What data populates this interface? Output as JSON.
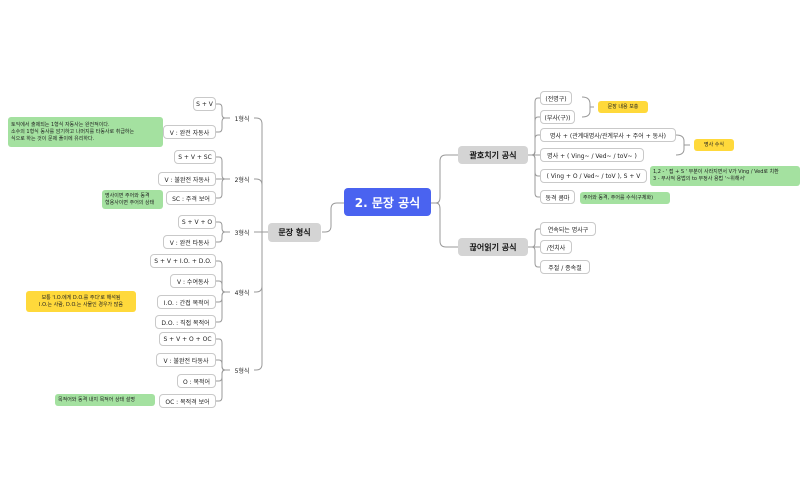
{
  "root": "2. 문장 공식",
  "left": {
    "main": "문장 형식",
    "forms": [
      {
        "label": "1형식",
        "leaves": [
          "S + V",
          "V : 완전 자동사"
        ]
      },
      {
        "label": "2형식",
        "leaves": [
          "S + V + SC",
          "V : 불완전 자동사",
          "SC : 주격 보어"
        ]
      },
      {
        "label": "3형식",
        "leaves": [
          "S + V + O",
          "V : 완전 타동사"
        ]
      },
      {
        "label": "4형식",
        "leaves": [
          "S + V + I.O. + D.O.",
          "V : 수여동사",
          "I.O. : 간접 목적어",
          "D.O. : 직접 목적어"
        ]
      },
      {
        "label": "5형식",
        "leaves": [
          "S + V + O + OC",
          "V : 불완전 타동사",
          "O : 목적어",
          "OC : 목적격 보어"
        ]
      }
    ],
    "notes": {
      "form1": [
        "토익에서 출제되는 1형식 자동사는 완전적이다.",
        "소수의 1형식 동사를 암기하고 나머지를 타동사로 취급하는",
        "식으로 하는 것이 문제 풀이에 유리하다."
      ],
      "form2": [
        "명사이면 주어와 동격",
        "형용사이면 주어의 상태"
      ],
      "form4": [
        "보통 'I.O.에게 D.O.를 주다'로 해석됨",
        "I.O.는 사람, D.O.는 사물인 경우가 많음"
      ],
      "form5": [
        "목적어와 동격 내지 목적어 상태 설명"
      ]
    }
  },
  "right": {
    "main1": "괄호치기 공식",
    "leaves1": [
      "(전명구)",
      "(부사(구))",
      "명사 + (관계대명사/관계부사 + 주어 + 동사)",
      "명사 + ( Ving~ / Ved~ / toV~ )",
      "( Ving + O / Ved~ / toV ), S + V",
      "동격 콤마"
    ],
    "notes1": {
      "extra": [
        "문장 내용 보충"
      ],
      "modifier": [
        "명사 수식"
      ],
      "clause": [
        "1,2 - ' 접 + S ' 부분이 사라지면서 V가 Ving / Ved로 치환",
        "3 - 부사적 용법의 to 부정사 용법 '~위해서'"
      ],
      "appositive": [
        "주어와 동격, 주어를 수식(구체화)"
      ]
    },
    "main2": "끊어읽기 공식",
    "leaves2": [
      "연속되는 명사구",
      "/전치사",
      "주절 / 종속절"
    ]
  }
}
